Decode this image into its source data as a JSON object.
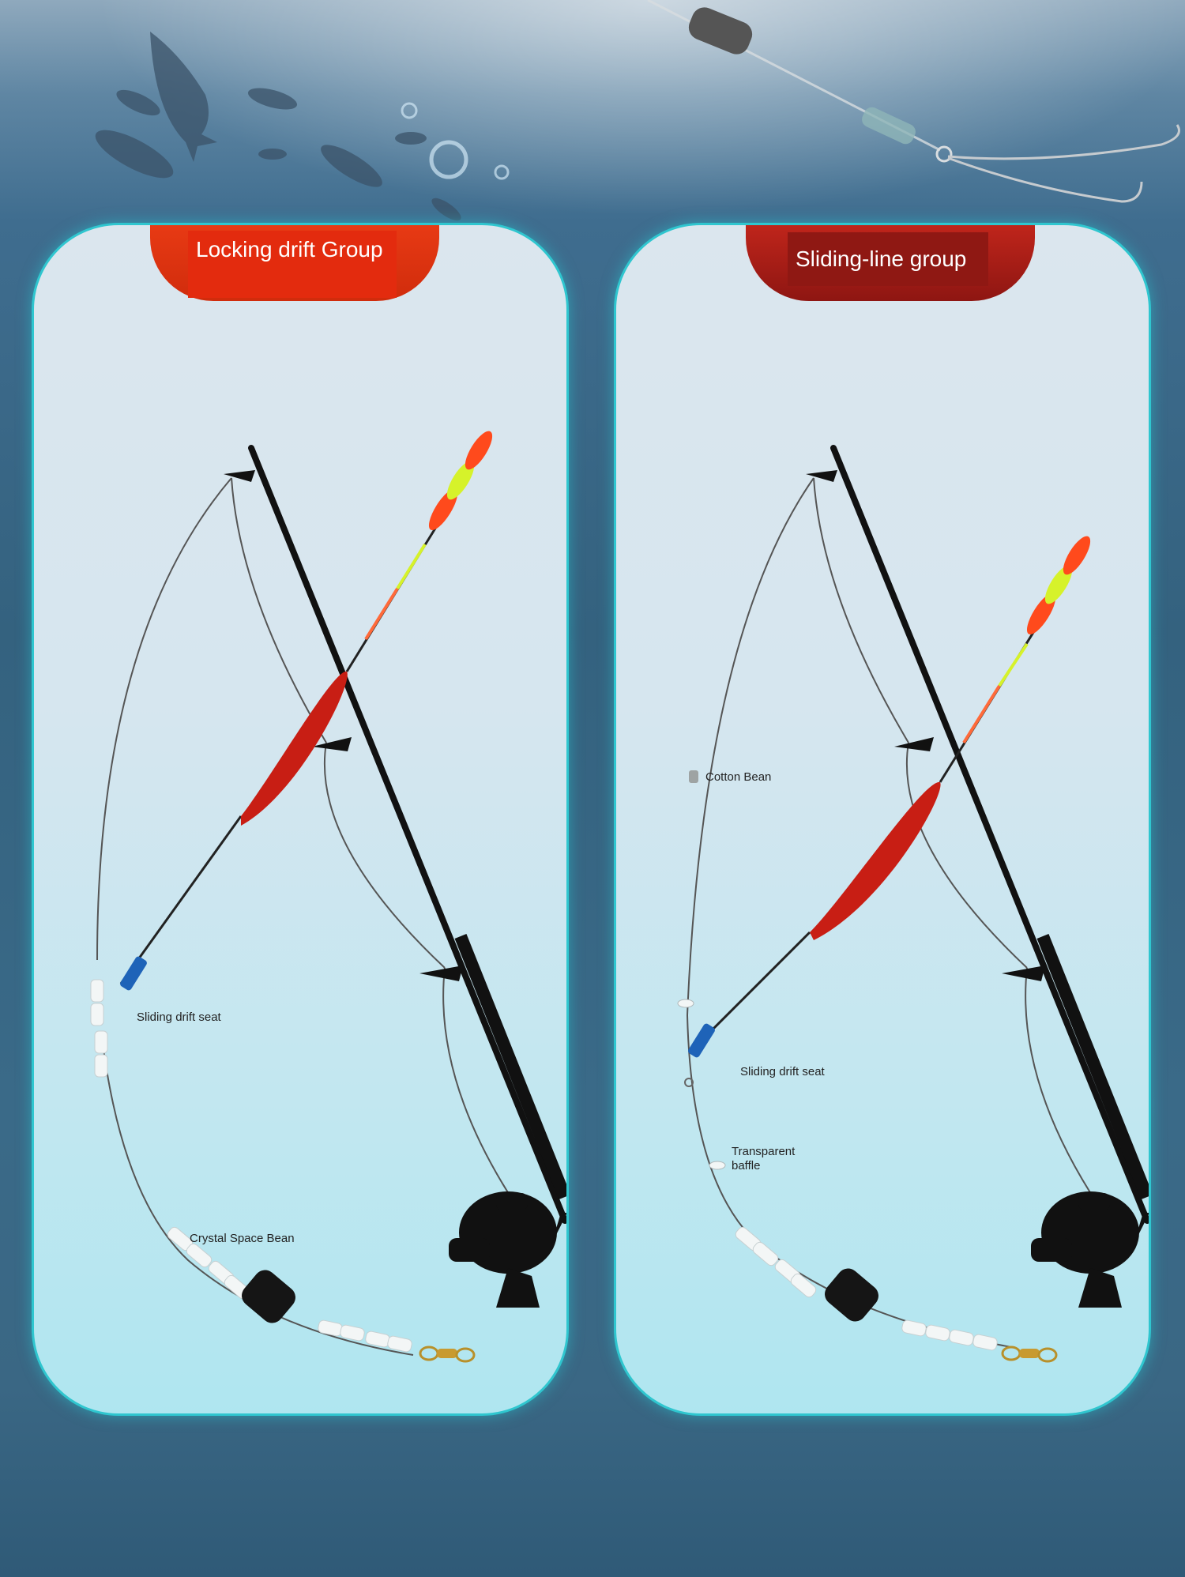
{
  "panels": {
    "left": {
      "title": "Locking drift Group",
      "labels": {
        "sliding_drift_seat": "Sliding drift seat",
        "crystal_space_bean": "Crystal Space Bean"
      }
    },
    "right": {
      "title": "Sliding-line group",
      "labels": {
        "cotton_bean": "Cotton Bean",
        "sliding_drift_seat": "Sliding drift seat",
        "transparent_baffle_line1": "Transparent",
        "transparent_baffle_line2": "baffle"
      }
    }
  },
  "colors": {
    "panel_border": "#2fc6cf",
    "left_tab": "#e32b0e",
    "right_tab": "#8f1813",
    "float_body": "#c81e14",
    "float_tip_orange": "#ff4a1c",
    "float_tip_yellow": "#d6f22a",
    "drift_seat": "#1e63b8",
    "rod": "#111111"
  }
}
